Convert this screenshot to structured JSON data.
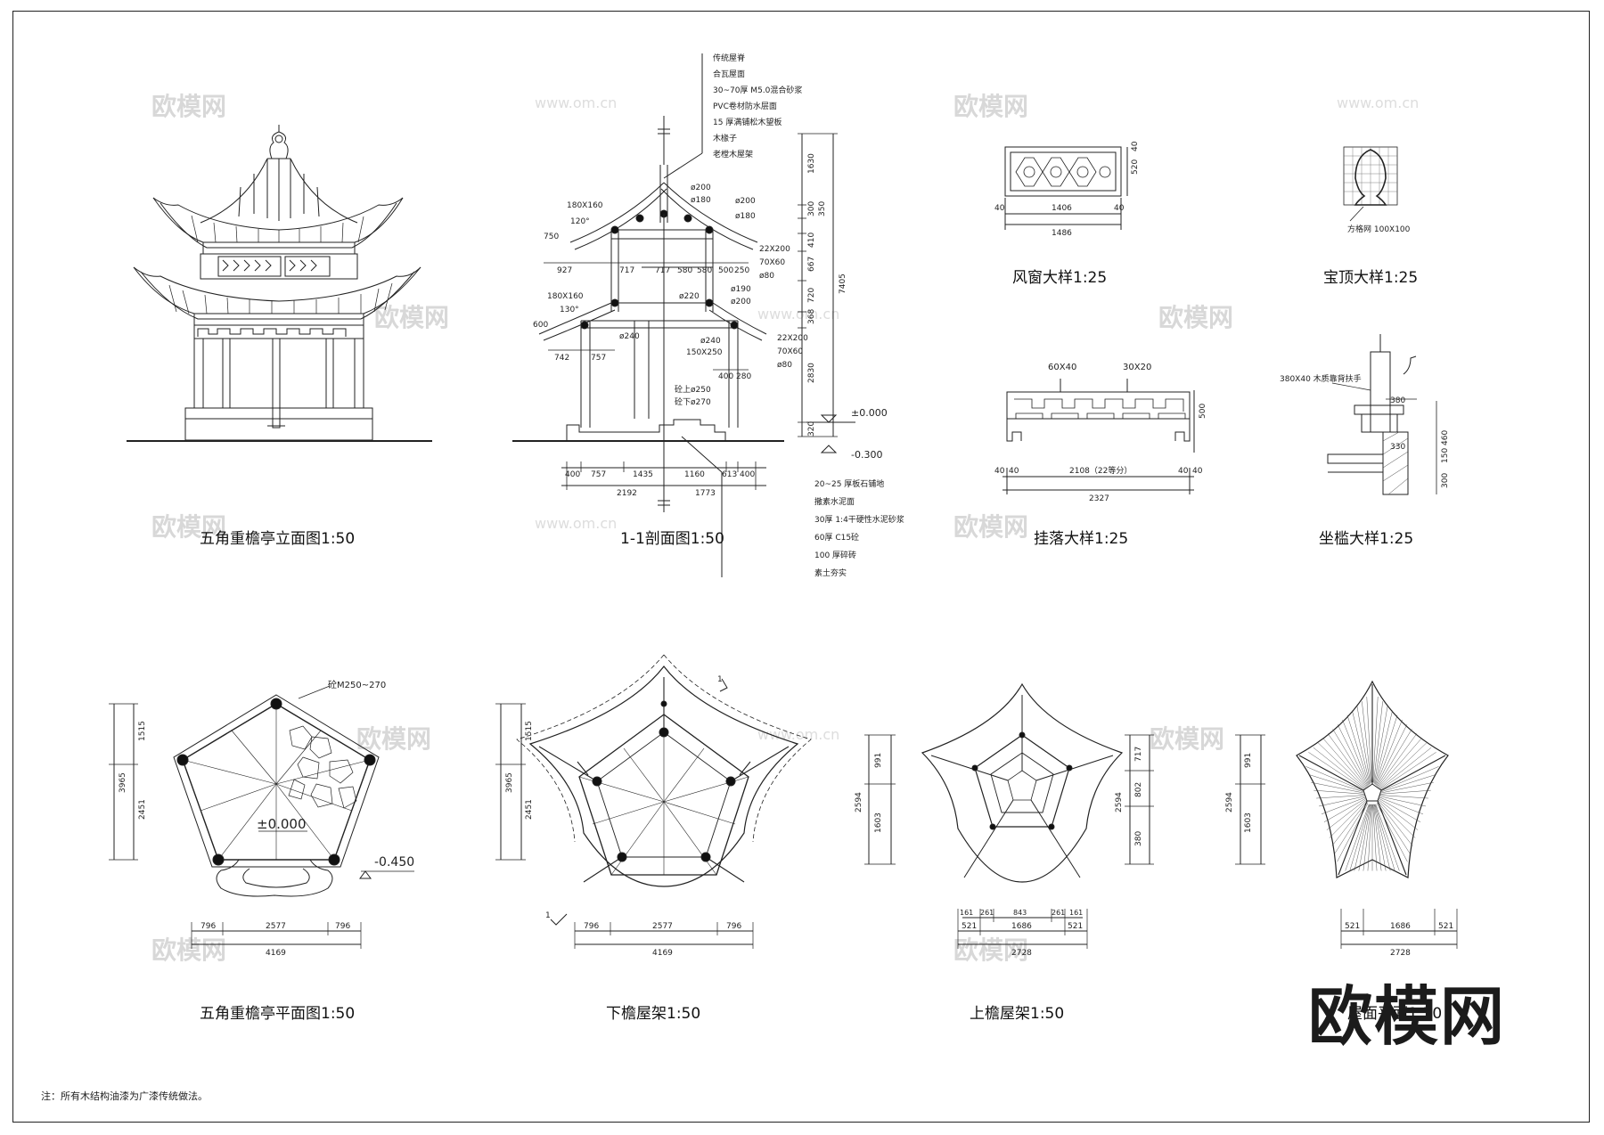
{
  "titles": {
    "elevation": "五角重檐亭立面图1:50",
    "section": "1-1剖面图1:50",
    "wind_window": "风窗大样1:25",
    "finial": "宝顶大样1:25",
    "hanging": "挂落大样1:25",
    "bench": "坐槛大样1:25",
    "plan": "五角重檐亭平面图1:50",
    "lower_frame": "下檐屋架1:50",
    "upper_frame": "上檐屋架1:50",
    "roof_plan": "屋面平面1:50"
  },
  "note": "注：所有木结构油漆为广漆传统做法。",
  "brand": "欧模网",
  "watermarks": {
    "cn": "欧模网",
    "url": "www.om.cn"
  },
  "section_layers_top": [
    "传统屋脊",
    "合瓦屋面",
    "30~70厚 M5.0混合砂浆",
    "PVC卷材防水层面",
    "15 厚满铺松木望板",
    "木椽子",
    "老樘木屋架"
  ],
  "section_layers_bottom": [
    "20~25 厚板石铺地",
    "撒素水泥面",
    "30厚 1:4干硬性水泥砂浆",
    "60厚 C15砼",
    "100 厚碎砖",
    "素土夯实"
  ],
  "section_dims": {
    "top": [
      "180X160",
      "ø200",
      "ø180",
      "ø200",
      "ø180",
      "22X200",
      "70X60",
      "ø80"
    ],
    "mid": [
      "180X160",
      "ø220",
      "ø190",
      "ø200",
      "ø240",
      "ø240",
      "150X250",
      "22X200",
      "70X60",
      "ø80"
    ],
    "row1": [
      "927",
      "717",
      "717",
      "580",
      "580",
      "500",
      "250"
    ],
    "row2": [
      "742",
      "757",
      "400",
      "280"
    ],
    "bottom1": [
      "400",
      "757",
      "1435",
      "1160",
      "613",
      "400"
    ],
    "bottom2": [
      "2192",
      "1773"
    ],
    "vert": [
      "1630",
      "300",
      "350",
      "410",
      "667",
      "720",
      "368",
      "2830",
      "320",
      "7405"
    ],
    "levels": [
      "±0.000",
      "-0.300"
    ],
    "col_note": [
      "砼上ø250",
      "砼下ø270"
    ],
    "angle": [
      "120°",
      "130°"
    ],
    "side": [
      "750",
      "600"
    ]
  },
  "wind_dims": [
    "1406",
    "1486",
    "40",
    "40",
    "520",
    "40"
  ],
  "finial_note": "方格网 100X100",
  "hanging_dims": [
    "60X40",
    "30X20",
    "2108（22等分）",
    "2327",
    "40",
    "40",
    "40",
    "40",
    "500"
  ],
  "bench_dims": [
    "380X40 木质靠背扶手",
    "380",
    "330",
    "460",
    "150",
    "300"
  ],
  "plan_dims": {
    "left": [
      "1515",
      "2451",
      "3965"
    ],
    "bottom": [
      "796",
      "2577",
      "796",
      "4169"
    ],
    "level": "±0.000",
    "level2": "-0.450",
    "col": "砼M250~270"
  },
  "lower_dims": {
    "left": [
      "1515",
      "2451",
      "3965"
    ],
    "bottom": [
      "796",
      "2577",
      "796",
      "4169"
    ],
    "marks": [
      "1",
      "1"
    ]
  },
  "upper_dims": {
    "left": [
      "991",
      "1603",
      "2594"
    ],
    "right": [
      "717",
      "802",
      "2594",
      "380"
    ],
    "bottom1": [
      "161",
      "261",
      "843",
      "261",
      "161"
    ],
    "bottom2": [
      "521",
      "1686",
      "521"
    ],
    "bottom3": "2728"
  },
  "roof_dims": {
    "left": [
      "991",
      "1603",
      "2594"
    ],
    "bottom": [
      "521",
      "1686",
      "521",
      "2728"
    ]
  }
}
